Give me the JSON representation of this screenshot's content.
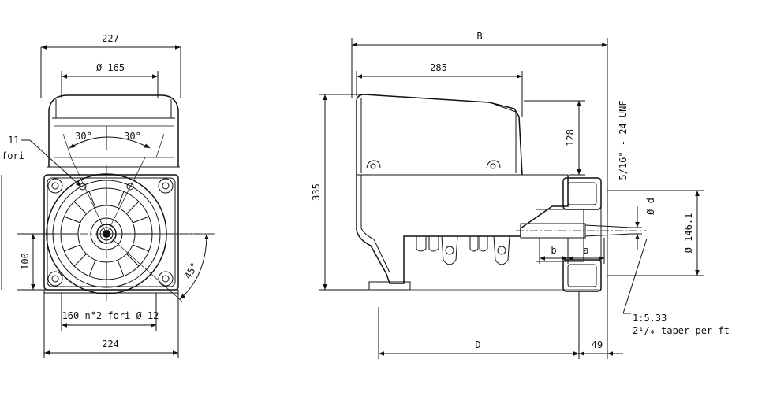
{
  "front_view": {
    "width_top": "227",
    "bolt_circle": "Ø  165",
    "angle_left": "30°",
    "angle_right": "30°",
    "holes_number": "11",
    "holes_word": "fori",
    "height_left": "100",
    "angle_bottom": "45°",
    "base_holes": "160 n°2 fori Ø 12",
    "width_bottom": "224"
  },
  "side_view": {
    "overall_b": "B",
    "length_285": "285",
    "height_335": "335",
    "height_128": "128",
    "thread": "5/16\" - 24 UNF",
    "shaft_d": "Ø d",
    "flange_dia": "Ø  146.1",
    "dim_b": "b",
    "dim_a": "a",
    "dim_d": "D",
    "dim_49": "49",
    "taper_ratio": "1:5.33",
    "taper_note": "2¹/₄ taper per ft"
  }
}
